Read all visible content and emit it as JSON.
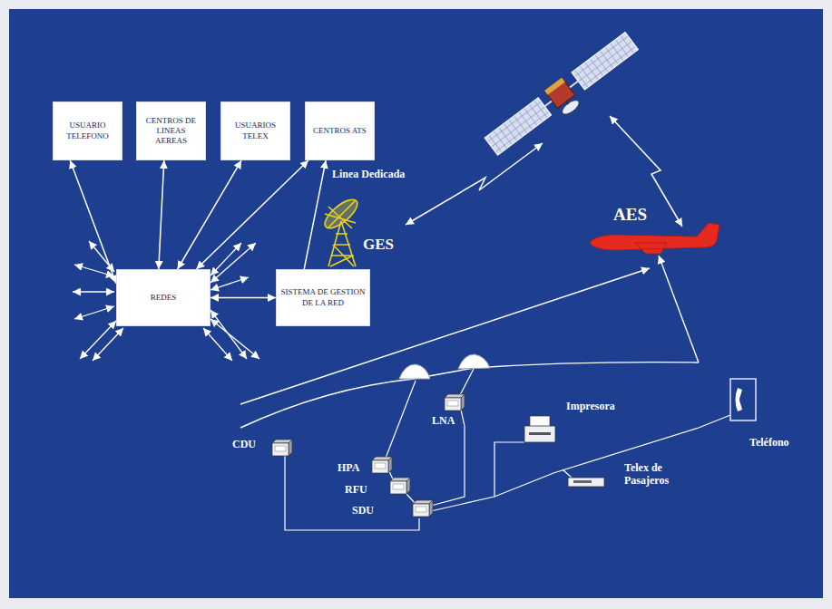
{
  "diagram": {
    "nodes": [
      {
        "text": [
          "USUARIO TELEFONO"
        ]
      },
      {
        "text": [
          "CENTROS DE LINEAS AEREAS"
        ]
      },
      {
        "text": [
          "USUARIOS TELEX"
        ]
      },
      {
        "text": [
          "CENTROS ATS"
        ]
      },
      {
        "text": [
          "REDES"
        ]
      },
      {
        "text": [
          "SISTEMA DE GESTION DE LA RED"
        ]
      }
    ],
    "edges": [
      {
        "from": 0,
        "to": 4,
        "arrow": "both"
      },
      {
        "from": 1,
        "to": 4,
        "arrow": "both"
      },
      {
        "from": 2,
        "to": 4,
        "arrow": "both"
      },
      {
        "from": 3,
        "to": 4,
        "arrow": "both"
      },
      {
        "from": 4,
        "to": 5,
        "arrow": "both"
      },
      {
        "from": 5,
        "to": 3,
        "arrow": "to",
        "label": "Linea Dedicada"
      }
    ],
    "labels": [
      "GES",
      "AES",
      "Impresora",
      "LNA",
      "Teléfono",
      "CDU",
      "HPA",
      "Telex de Pasajeros",
      "RFU",
      "SDU"
    ]
  }
}
